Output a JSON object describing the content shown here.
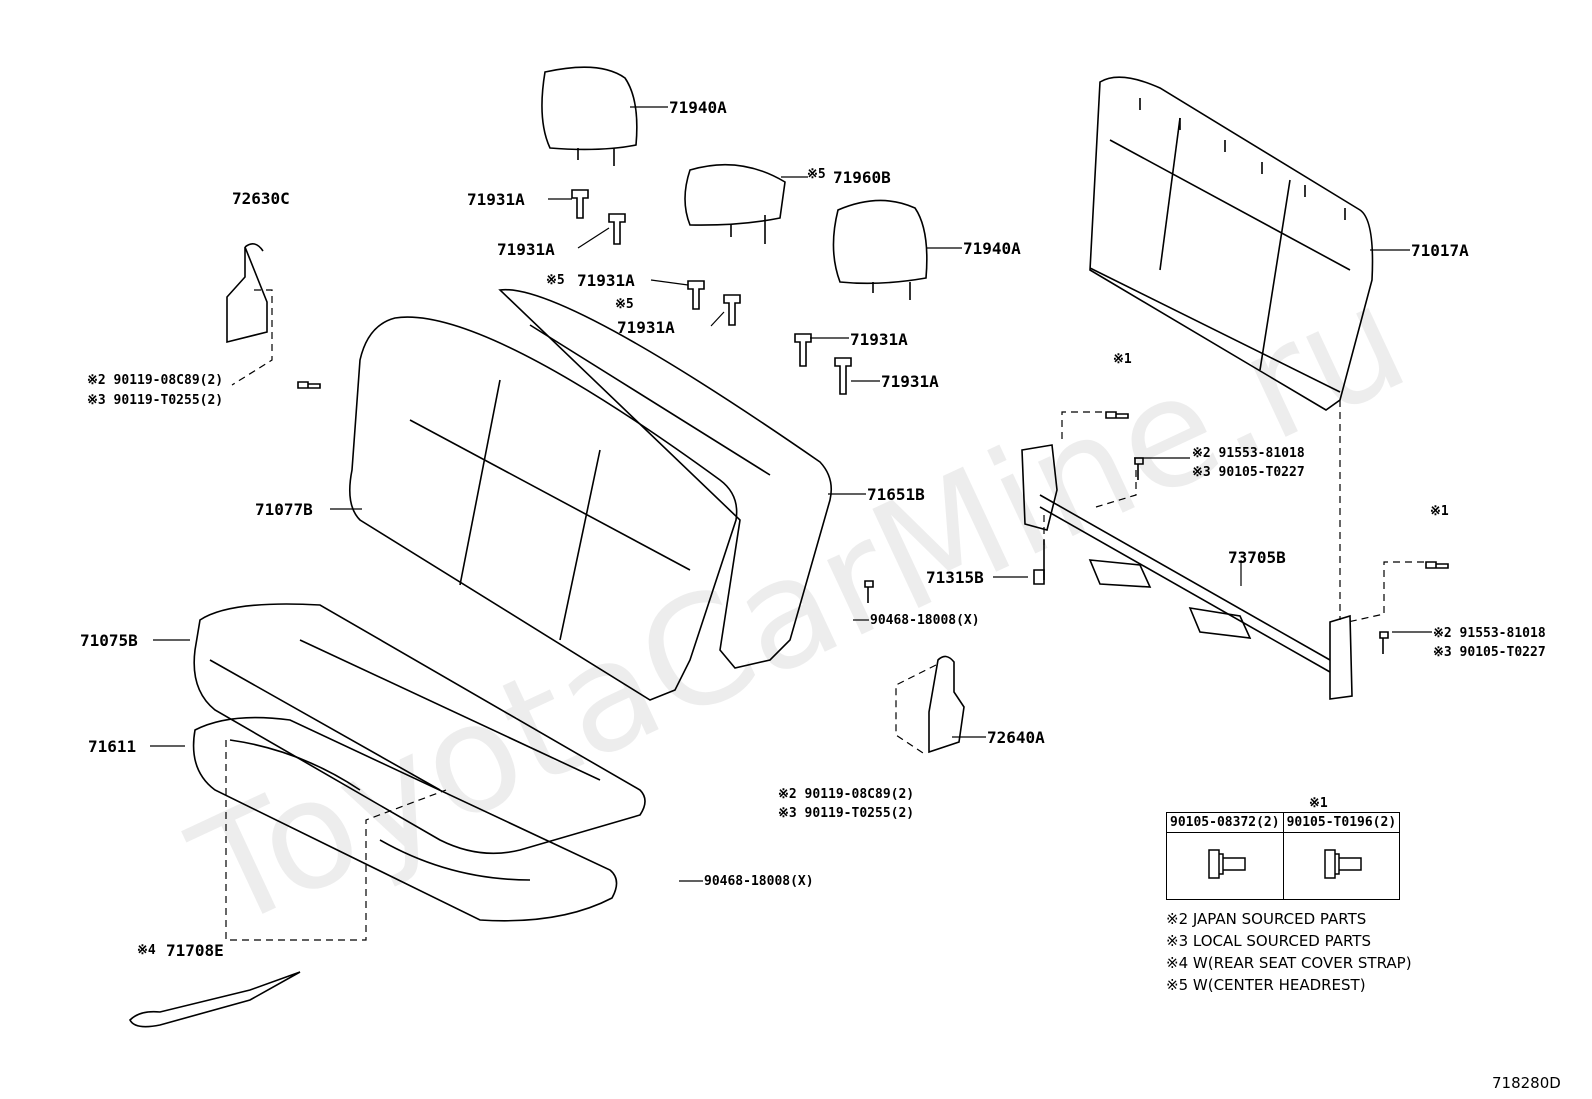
{
  "watermark": "ToyotaCarMine.ru",
  "diagram_id": "718280D",
  "labels": {
    "headrest_left": "71940A",
    "headrest_center": "71960B",
    "headrest_center_mark": "※5",
    "headrest_right": "71940A",
    "support_1": "71931A",
    "support_2": "71931A",
    "support_3": "71931A",
    "support_3_mark": "※5",
    "support_4": "71931A",
    "support_4_mark": "※5",
    "support_5": "71931A",
    "support_6": "71931A",
    "frame": "71017A",
    "lock_left": "72630C",
    "back_cover_left": "71077B",
    "back_cover_right": "71651B",
    "cushion_cover": "71075B",
    "cushion_pad": "71611",
    "strap": "71708E",
    "strap_mark": "※4",
    "hinge_bolt": "71315B",
    "hinge_bar": "73705B",
    "lock_right": "72640A",
    "hog_ring_1": "90468-18008(X)",
    "hog_ring_2": "90468-18008(X)",
    "bolt_mark_top": "※1",
    "bolt_mark_right": "※1",
    "screw_left_jp": "※2 90119-08C89(2)",
    "screw_left_local": "※3 90119-T0255(2)",
    "screw_center_jp": "※2 90119-08C89(2)",
    "screw_center_local": "※3 90119-T0255(2)",
    "bolt_upper_jp": "※2 91553-81018",
    "bolt_upper_local": "※3 90105-T0227",
    "bolt_lower_jp": "※2 91553-81018",
    "bolt_lower_local": "※3 90105-T0227"
  },
  "kit": {
    "mark": "※1",
    "col1": "90105-08372(2)",
    "col2": "90105-T0196(2)"
  },
  "notes": [
    "※2 JAPAN SOURCED PARTS",
    "※3 LOCAL SOURCED PARTS",
    "※4 W(REAR SEAT COVER STRAP)",
    "※5 W(CENTER HEADREST)"
  ]
}
